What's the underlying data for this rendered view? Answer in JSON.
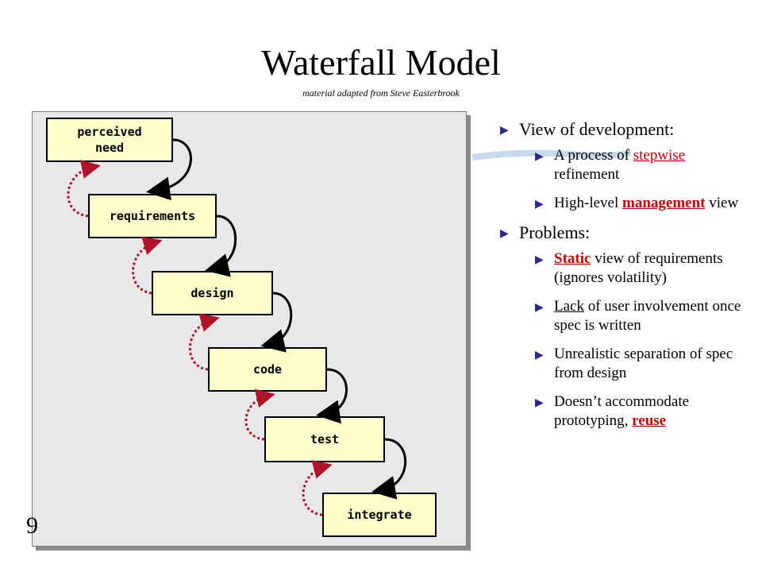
{
  "title": "Waterfall Model",
  "subtitle": "material adapted from Steve Easterbrook",
  "slide_number": "9",
  "stages": [
    "perceived need",
    "requirements",
    "design",
    "code",
    "test",
    "integrate"
  ],
  "stage_lines": {
    "perceived": "perceived",
    "need": "need"
  },
  "bullets": {
    "view_heading": "View of development:",
    "stepwise_pre": "A process of ",
    "stepwise_word": "stepwise",
    "stepwise_post": "refinement",
    "mgmt_pre": "High-level ",
    "mgmt_word": "management",
    "mgmt_post": "view",
    "problems_heading": "Problems:",
    "static_word": "Static",
    "static_post": " view of requirements (ignores volatility)",
    "lack_word": "Lack",
    "lack_post": " of user involvement once spec is written",
    "unrealistic": "Unrealistic separation of spec from design",
    "proto_pre": "Doesn’t accommodate prototyping, ",
    "reuse_word": "reuse"
  },
  "colors": {
    "stage_fill": "#ffffcc",
    "feedback_arrow": "#b0122a",
    "flow_arrow": "#000000",
    "bullet_marker": "#2a2a8a",
    "highlight": "#cc0000"
  },
  "icons": {
    "bullet": "triangle-right-icon"
  }
}
